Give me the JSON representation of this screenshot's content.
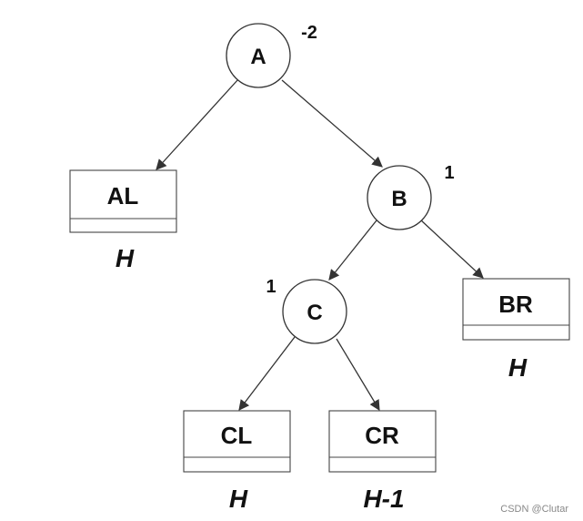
{
  "nodes": {
    "A": {
      "label": "A",
      "balance": "-2"
    },
    "B": {
      "label": "B",
      "balance": "1"
    },
    "C": {
      "label": "C",
      "balance": "1"
    }
  },
  "subtrees": {
    "AL": {
      "label": "AL",
      "height": "H"
    },
    "BR": {
      "label": "BR",
      "height": "H"
    },
    "CL": {
      "label": "CL",
      "height": "H"
    },
    "CR": {
      "label": "CR",
      "height": "H-1"
    }
  },
  "watermark": "CSDN @Clutar"
}
